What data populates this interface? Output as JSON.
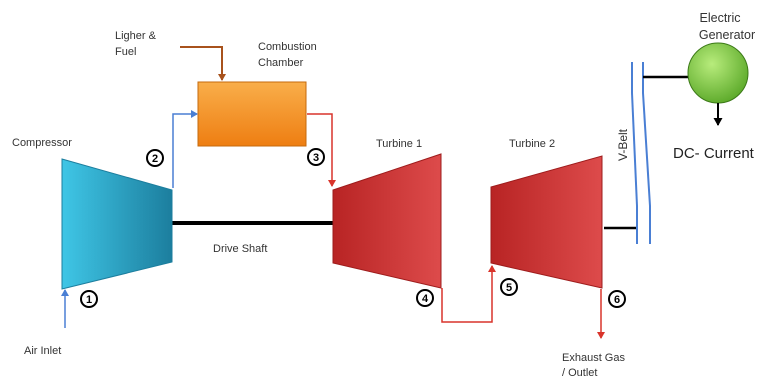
{
  "labels": {
    "lighter_fuel_line1": "Ligher &",
    "lighter_fuel_line2": "Fuel",
    "combustion_line1": "Combustion",
    "combustion_line2": "Chamber",
    "compressor": "Compressor",
    "turbine1": "Turbine 1",
    "turbine2": "Turbine 2",
    "drive_shaft": "Drive Shaft",
    "air_inlet": "Air Inlet",
    "exhaust_line1": "Exhaust Gas",
    "exhaust_line2": "/ Outlet",
    "vbelt": "V-Belt",
    "generator_line1": "Electric",
    "generator_line2": "Generator",
    "dc_current": "DC- Current"
  },
  "points": [
    "1",
    "2",
    "3",
    "4",
    "5",
    "6"
  ],
  "colors": {
    "compressor": "#2fb4d6",
    "combustion": "#f5901e",
    "turbine": "#c62a2a",
    "generator": "#7ccf3a",
    "air_line": "#4a7fd4",
    "hot_line": "#d9342b",
    "fuel_line": "#a8521c"
  }
}
